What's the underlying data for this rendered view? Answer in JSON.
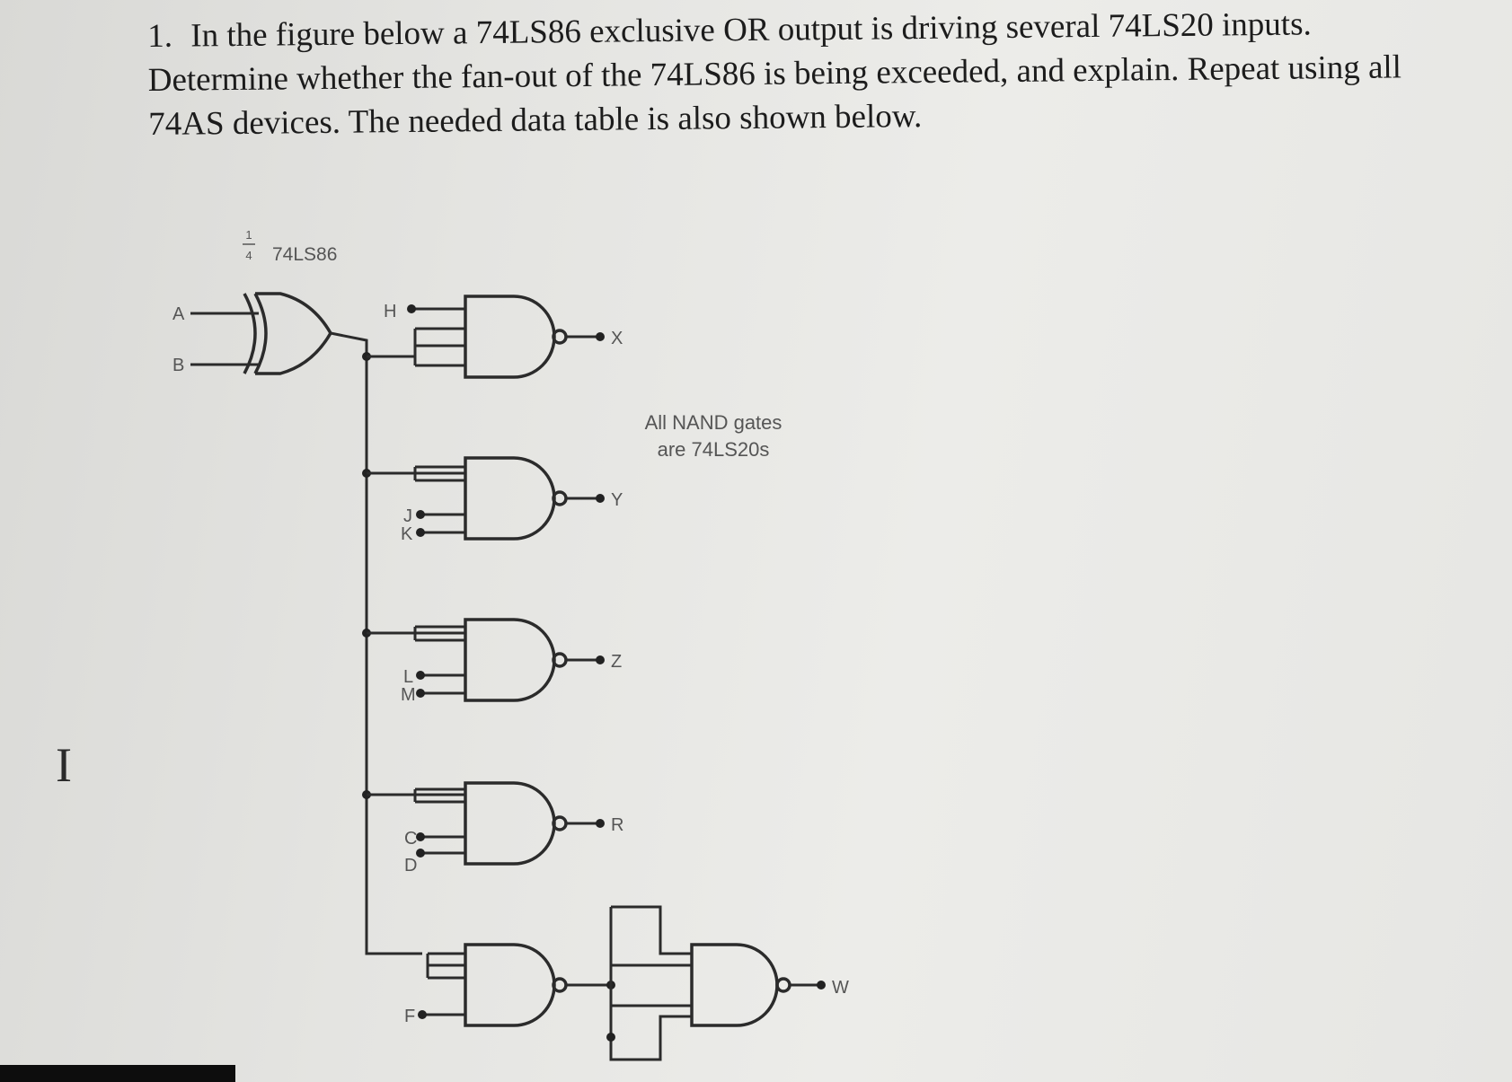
{
  "question": {
    "number": "1.",
    "text": "In the figure below a 74LS86 exclusive OR output is driving several 74LS20 inputs. Determine whether the fan-out of the 74LS86 is being exceeded, and explain. Repeat using all 74AS devices. The needed data table is also shown below."
  },
  "figure": {
    "xor_fraction_num": "1",
    "xor_fraction_den": "4",
    "xor_chip": "74LS86",
    "inputs": {
      "a": "A",
      "b": "B"
    },
    "gate_inputs": {
      "h": "H",
      "j": "J",
      "k": "K",
      "l": "L",
      "m": "M",
      "c": "C",
      "d": "D",
      "f": "F"
    },
    "outputs": {
      "x": "X",
      "y": "Y",
      "z": "Z",
      "r": "R",
      "w": "W"
    },
    "note_line1": "All NAND gates",
    "note_line2": "are 74LS20s"
  },
  "cursor_glyph": "I"
}
